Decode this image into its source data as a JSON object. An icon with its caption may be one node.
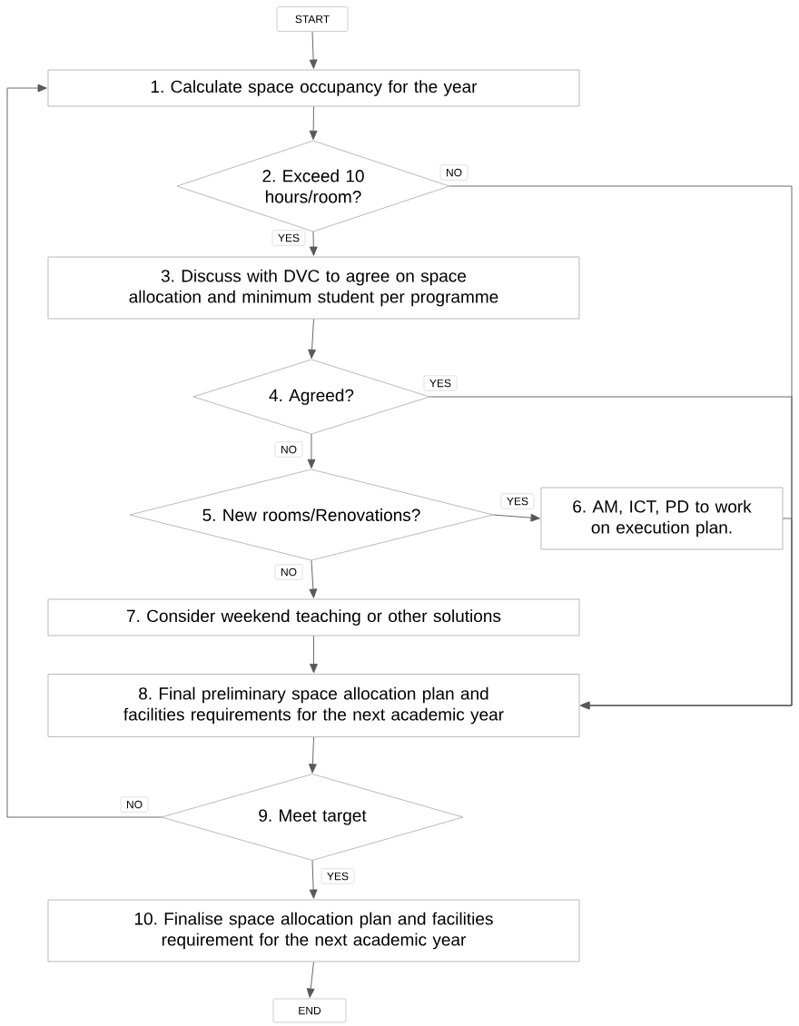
{
  "diagram": {
    "nodes": [
      {
        "text": [
          "START"
        ]
      },
      {
        "text": [
          "1. Calculate space occupancy for the year"
        ]
      },
      {
        "text": [
          "2. Exceed 10 hours/room?"
        ]
      },
      {
        "text": [
          "3. Discuss with DVC to agree on space allocation and minimum student per programme"
        ]
      },
      {
        "text": [
          "4. Agreed?"
        ]
      },
      {
        "text": [
          "5. New rooms/Renovations?"
        ]
      },
      {
        "text": [
          "6. AM, ICT, PD to work on execution plan."
        ]
      },
      {
        "text": [
          "7. Consider weekend teaching or other solutions"
        ]
      },
      {
        "text": [
          "8. Final preliminary space allocation plan and facilities requirements for the next academic year"
        ]
      },
      {
        "text": [
          "9. Meet target"
        ]
      },
      {
        "text": [
          "10. Finalise space allocation plan and facilities requirement for the next academic year"
        ]
      },
      {
        "text": [
          "END"
        ]
      }
    ],
    "edges": [
      {
        "from": 0,
        "to": 1,
        "arrow": "to"
      },
      {
        "from": 1,
        "to": 2,
        "arrow": "to"
      },
      {
        "from": 2,
        "to": 3,
        "arrow": "to",
        "label": "YES"
      },
      {
        "from": 2,
        "to": 8,
        "arrow": "to",
        "label": "NO"
      },
      {
        "from": 3,
        "to": 4,
        "arrow": "to"
      },
      {
        "from": 4,
        "to": 8,
        "arrow": "to",
        "label": "YES"
      },
      {
        "from": 4,
        "to": 5,
        "arrow": "to",
        "label": "NO"
      },
      {
        "from": 5,
        "to": 6,
        "arrow": "to",
        "label": "YES"
      },
      {
        "from": 5,
        "to": 7,
        "arrow": "to",
        "label": "NO"
      },
      {
        "from": 6,
        "to": 8,
        "arrow": "to"
      },
      {
        "from": 7,
        "to": 8,
        "arrow": "to"
      },
      {
        "from": 8,
        "to": 9,
        "arrow": "to"
      },
      {
        "from": 9,
        "to": 1,
        "arrow": "to",
        "label": "NO"
      },
      {
        "from": 9,
        "to": 10,
        "arrow": "to",
        "label": "YES"
      },
      {
        "from": 10,
        "to": 11,
        "arrow": "to"
      }
    ]
  }
}
